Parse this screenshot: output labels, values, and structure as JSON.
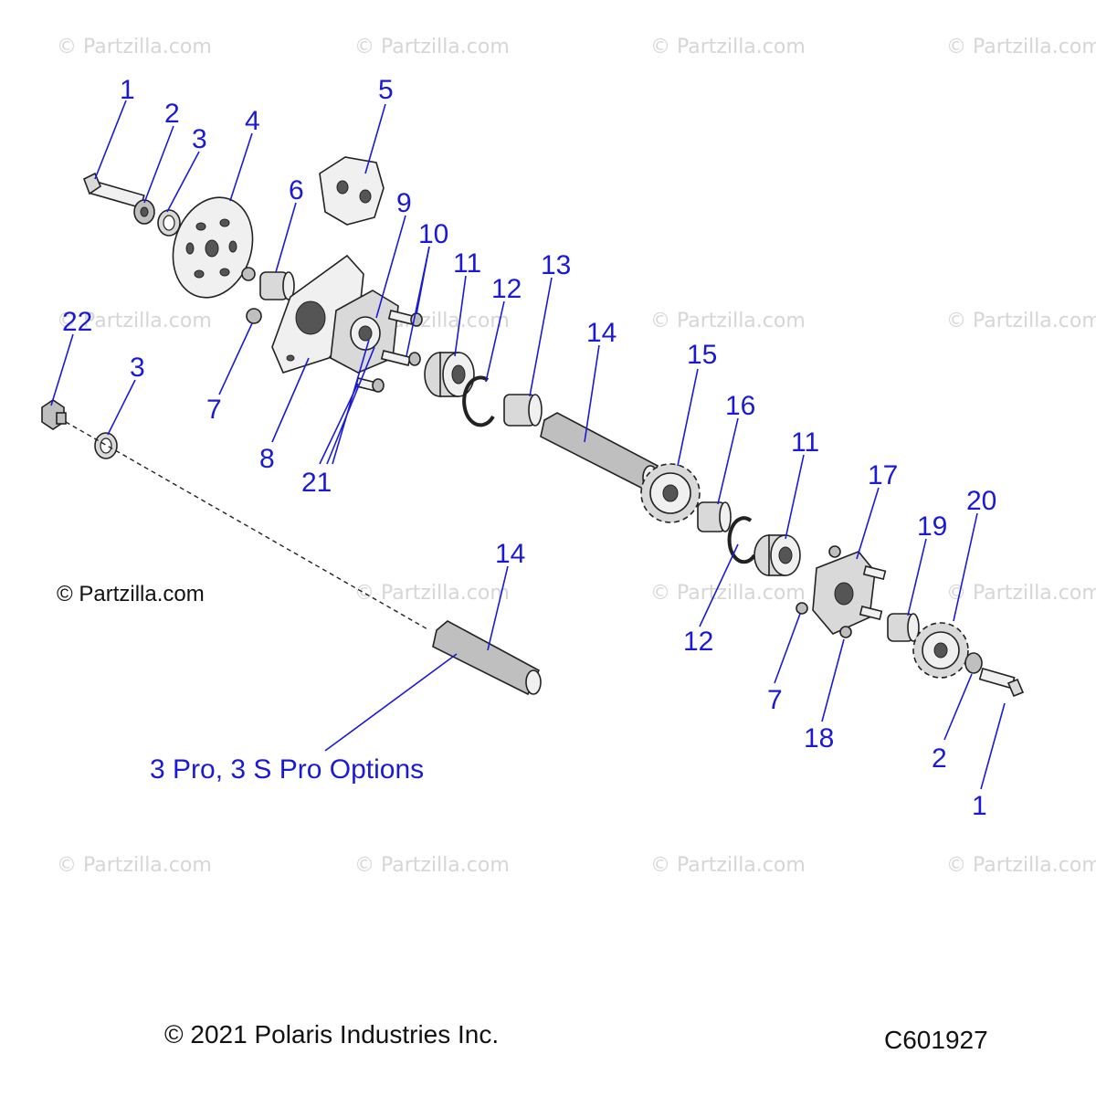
{
  "watermark_text": "© Partzilla.com",
  "brand_text": "© Partzilla.com",
  "callouts": {
    "c1a": "1",
    "c2a": "2",
    "c3a": "3",
    "c4": "4",
    "c5": "5",
    "c6": "6",
    "c7a": "7",
    "c8": "8",
    "c9": "9",
    "c10": "10",
    "c11a": "11",
    "c12a": "12",
    "c13": "13",
    "c14a": "14",
    "c15": "15",
    "c16": "16",
    "c11b": "11",
    "c17": "17",
    "c12b": "12",
    "c19": "19",
    "c20": "20",
    "c7b": "7",
    "c18": "18",
    "c2b": "2",
    "c1b": "1",
    "c22": "22",
    "c3b": "3",
    "c21": "21",
    "c14b": "14"
  },
  "option_note": "3 Pro, 3 S Pro Options",
  "footer": {
    "copyright": "© 2021 Polaris Industries Inc.",
    "diagram_code": "C601927"
  },
  "colors": {
    "callout": "#1a1ad6",
    "watermark": "#d6d6d6",
    "line_art": "#222222"
  }
}
